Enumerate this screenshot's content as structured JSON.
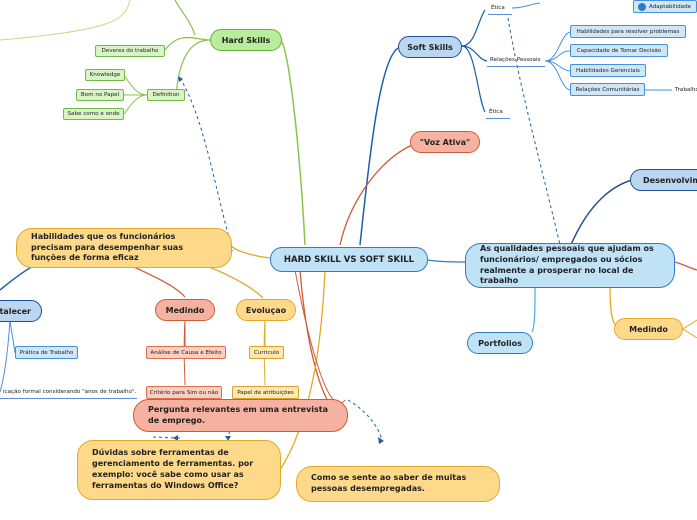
{
  "center": "HARD SKILL VS SOFT SKILL",
  "hard_skills": {
    "label": "Hard  Skills",
    "deveres": "Deveres do trabalho",
    "definition": "Definition",
    "definition_children": [
      "Knowledge",
      "Bom no Papel",
      "Sabe como e onde"
    ]
  },
  "soft_skills": {
    "label": "Soft Skills",
    "etica_top": "Ética",
    "adaptabilidade": "Adaptabilidade",
    "relacoes_pessoais": "Relações Pessoais",
    "relacoes_children": [
      "Habilidades para resolver problemas",
      "Capacidade de Tomar Decisão",
      "Habilidades Gerenciais",
      "Relações Comunitárias"
    ],
    "trabalho": "Trabalho",
    "etica_bottom": "Ética"
  },
  "voz_ativa": "\"Voz Ativa\"",
  "qualidades": "As qualidades pessoais que ajudam os funcionários/ empregados ou sócios realmente a prosperar no local de trabalho",
  "desenvolvimento": "Desenvolvime",
  "portfolios": "Portfolios",
  "medindo_right": "Medindo",
  "habilidades": "Habilidades que os funcionários precisam para desempenhar suas funções de forma eficaz",
  "estabelecer": "talecer",
  "pratica": "Prática de Trabalho",
  "avaliacao": "icação formal considerando \"anos de trabalho\".",
  "medindo_left": "Medindo",
  "analise": "Análise de Causa e Efeito",
  "criterio": "Critério para Sim ou não",
  "evolucao": "Evoluçao",
  "curriculo": "Curriculo",
  "papel": "Papel de atribuições",
  "pergunta": "Pergunta relevantes em uma entrevista de emprego.",
  "duvidas": "Dúvidas sobre ferramentas de gerenciamento de ferramentas. por exemplo: você sabe como usar as ferramentas do Windows Office?",
  "como_se_sente": "Como se sente ao saber de muitas pessoas desempregadas."
}
